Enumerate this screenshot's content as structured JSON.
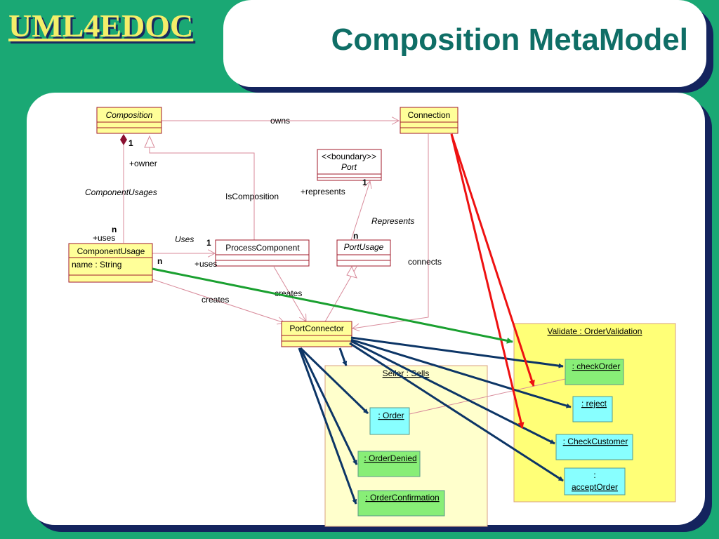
{
  "logo": "UML4EDOC",
  "title": "Composition MetaModel",
  "classes": {
    "composition": "Composition",
    "connection": "Connection",
    "port_stereotype": "<<boundary>>",
    "port": "Port",
    "component_usage": "ComponentUsage",
    "component_usage_attr": "name : String",
    "process_component": "ProcessComponent",
    "port_usage": "PortUsage",
    "port_connector": "PortConnector"
  },
  "labels": {
    "owns": "owns",
    "one_owner": "1",
    "owner": "+owner",
    "component_usages": "ComponentUsages",
    "is_composition": "IsComposition",
    "represents_role": "+represents",
    "one_port": "1",
    "represents": "Represents",
    "n_port_usage": "n",
    "n_uses": "n",
    "uses_role": "+uses",
    "uses": "Uses",
    "one_uses": "1",
    "n_cu": "n",
    "uses_role2": "+uses",
    "connects": "connects",
    "creates_left": "creates",
    "creates_mid": "creates"
  },
  "instances": {
    "validate_title": "Validate : OrderValidation",
    "check_order": ": checkOrder",
    "reject": ": reject",
    "check_customer": ": CheckCustomer",
    "accept_order_1": ":",
    "accept_order_2": "acceptOrder",
    "seller_title": "Seller : Sells",
    "order": ": Order",
    "order_denied": ": OrderDenied",
    "order_confirmation": ": OrderConfirmation"
  },
  "colors": {
    "background": "#1aa874",
    "logo": "#f4ee6a",
    "title": "#0f6e66",
    "shadow": "#14245e",
    "class_fill": "#ffff99",
    "class_border": "#a0182a",
    "link": "#d88a9a",
    "validate_fill": "#ffff77",
    "seller_fill": "#ffffcc",
    "green_fill": "#88ee77",
    "cyan_fill": "#88ffff",
    "arrow_navy": "#0c3566",
    "arrow_red": "#ee1111",
    "arrow_green": "#1aa030"
  }
}
